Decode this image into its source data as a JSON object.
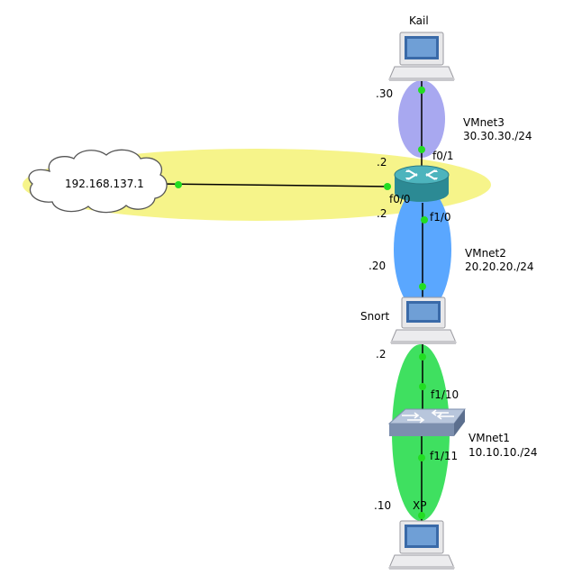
{
  "nodes": {
    "kali": {
      "name": "Kail"
    },
    "router": {
      "name": ""
    },
    "snort": {
      "name": "Snort"
    },
    "switch": {
      "name": ""
    },
    "xp": {
      "name": "XP"
    },
    "cloud": {
      "name": "192.168.137.1"
    }
  },
  "networks": {
    "vmnet3": {
      "name": "VMnet3",
      "subnet": "30.30.30./24",
      "color": "#a8a8f0"
    },
    "vmnet2": {
      "name": "VMnet2",
      "subnet": "20.20.20./24",
      "color": "#5aa7ff"
    },
    "vmnet1": {
      "name": "VMnet1",
      "subnet": "10.10.10./24",
      "color": "#3fe060"
    },
    "external": {
      "color": "#f6f48a"
    }
  },
  "labels": {
    "kali_ip": ".30",
    "router_f01": "f0/1",
    "router_ip_top": ".2",
    "router_f00": "f0/0",
    "router_ip_bottom": ".2",
    "router_f10": "f1/0",
    "snort_ip_top": ".20",
    "snort_ip_bottom": ".2",
    "switch_f110": "f1/10",
    "switch_f111": "f1/11",
    "xp_ip": ".10"
  },
  "link_dot_color": "#22dd22"
}
